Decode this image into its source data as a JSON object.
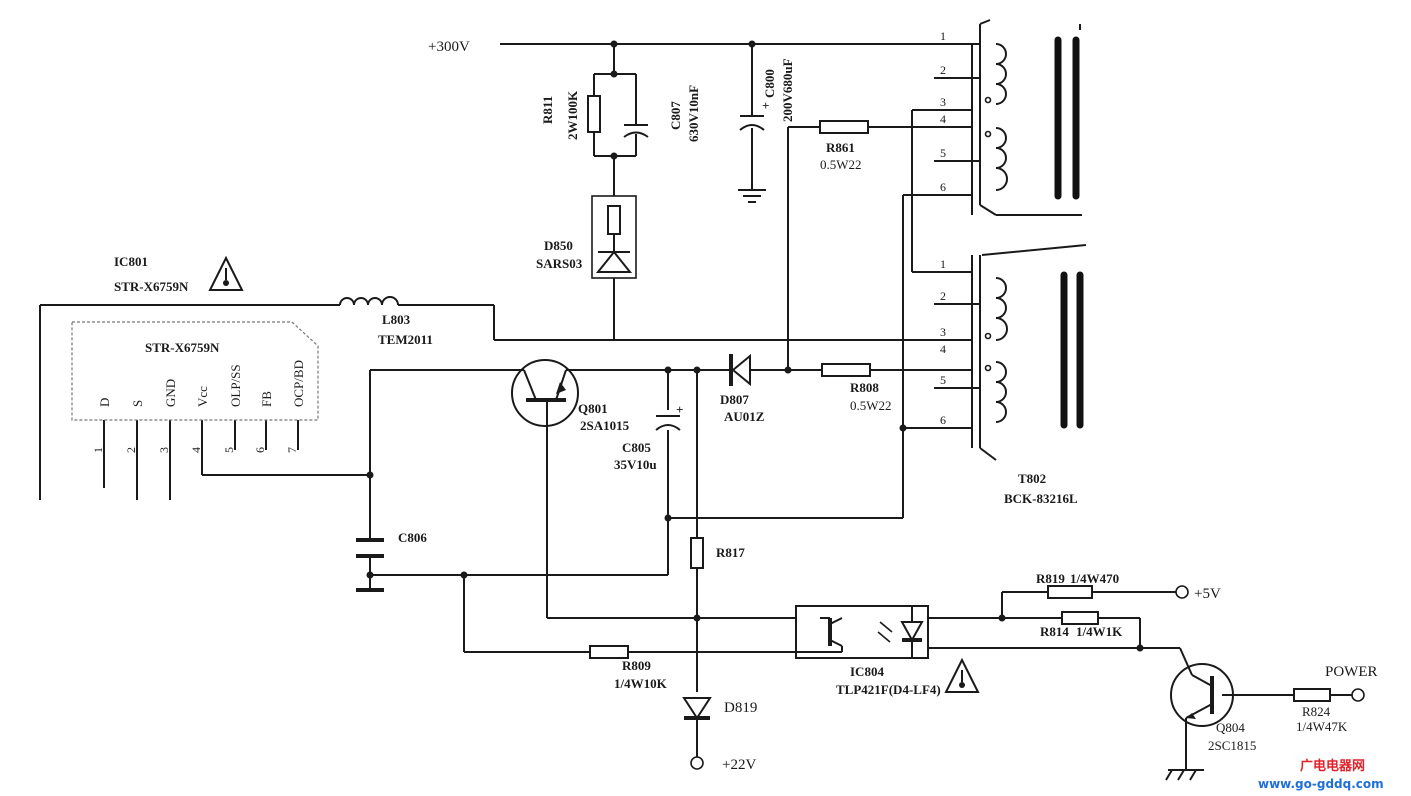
{
  "supply": {
    "v300": "+300V",
    "v5": "+5V",
    "v22": "+22V",
    "power": "POWER"
  },
  "ic801": {
    "ref": "IC801",
    "part": "STR-X6759N",
    "inner": "STR-X6759N",
    "pins": [
      {
        "num": "1",
        "name": "D"
      },
      {
        "num": "2",
        "name": "S"
      },
      {
        "num": "3",
        "name": "GND"
      },
      {
        "num": "4",
        "name": "Vcc"
      },
      {
        "num": "5",
        "name": "OLP/SS"
      },
      {
        "num": "6",
        "name": "FB"
      },
      {
        "num": "7",
        "name": "OCP/BD"
      }
    ]
  },
  "r811": {
    "ref": "R811",
    "value": "2W100K"
  },
  "c807": {
    "ref": "C807",
    "value": "630V10nF"
  },
  "c800": {
    "ref": "C800",
    "value": "200V680uF",
    "polarity": "+"
  },
  "d850": {
    "ref": "D850",
    "value": "SARS03"
  },
  "r861": {
    "ref": "R861",
    "value": "0.5W22"
  },
  "l803": {
    "ref": "L803",
    "value": "TEM2011"
  },
  "q801": {
    "ref": "Q801",
    "value": "2SA1015"
  },
  "c805": {
    "ref": "C805",
    "value": "35V10u",
    "polarity": "+"
  },
  "d807": {
    "ref": "D807",
    "value": "AU01Z"
  },
  "r808": {
    "ref": "R808",
    "value": "0.5W22"
  },
  "t802": {
    "ref": "T802",
    "value": "BCK-83216L",
    "upper_pins": [
      "1",
      "2",
      "3",
      "4",
      "5",
      "6"
    ],
    "lower_pins": [
      "1",
      "2",
      "3",
      "4",
      "5",
      "6"
    ]
  },
  "c806": {
    "ref": "C806"
  },
  "r817": {
    "ref": "R817"
  },
  "r819": {
    "ref": "R819",
    "value": "1/4W470"
  },
  "r814": {
    "ref": "R814",
    "value": "1/4W1K"
  },
  "r809": {
    "ref": "R809",
    "value": "1/4W10K"
  },
  "ic804": {
    "ref": "IC804",
    "value": "TLP421F(D4-LF4)"
  },
  "d819": {
    "ref": "D819"
  },
  "q804": {
    "ref": "Q804",
    "value": "2SC1815"
  },
  "r824": {
    "ref": "R824",
    "value": "1/4W47K"
  },
  "watermark": {
    "cn": "广电电器网",
    "url": "www.go-gddq.com"
  }
}
